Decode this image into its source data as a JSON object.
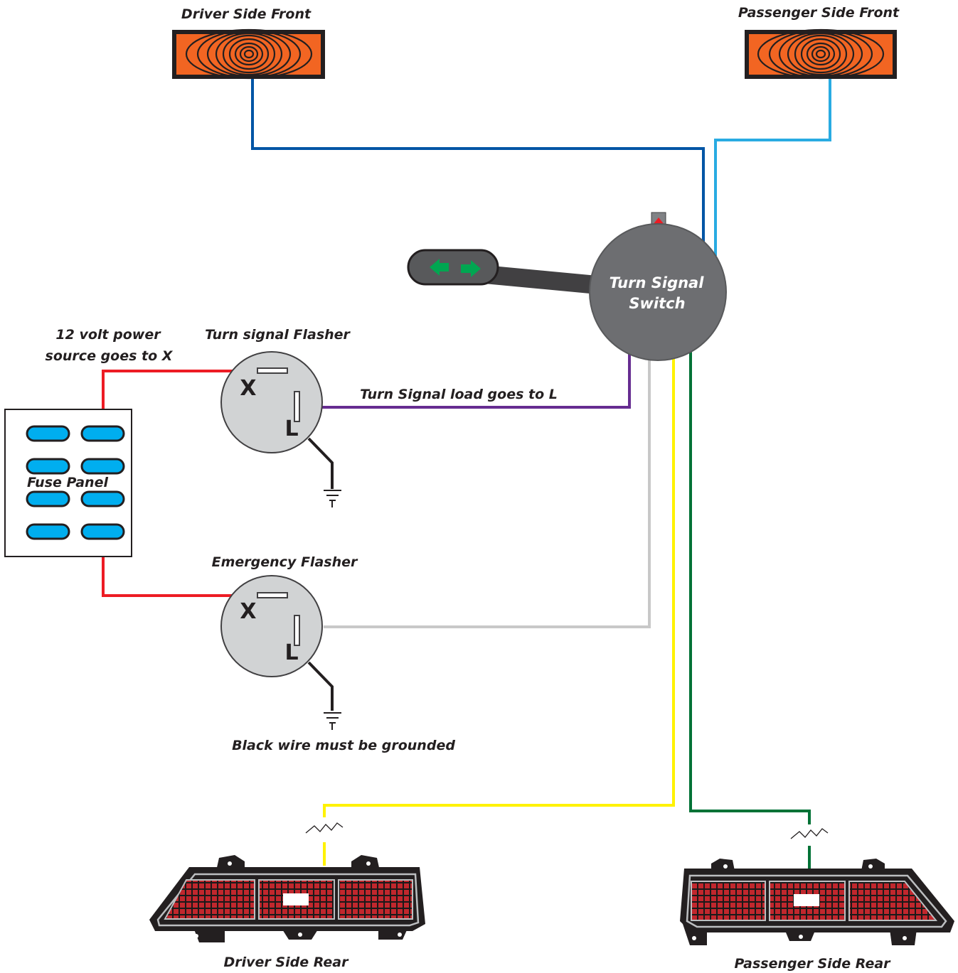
{
  "labels": {
    "driver_front": "Driver Side Front",
    "passenger_front": "Passenger Side Front",
    "switch_line1": "Turn Signal",
    "switch_line2": "Switch",
    "power_line1": "12 volt power",
    "power_line2": "source goes to X",
    "turn_flasher": "Turn signal Flasher",
    "load_note": "Turn Signal load goes to L",
    "fuse_panel": "Fuse Panel",
    "emergency_flasher": "Emergency Flasher",
    "ground_note": "Black wire must be grounded",
    "driver_rear": "Driver Side Rear",
    "passenger_rear": "Passenger Side Rear"
  },
  "terminals": {
    "x": "X",
    "l": "L"
  },
  "colors": {
    "driver_front_wire": "#0055a5",
    "passenger_front_wire": "#29abe2",
    "power_wire": "#ed1c24",
    "load_wire": "#662d91",
    "emergency_wire": "#c8c8c8",
    "driver_rear_wire": "#fff200",
    "passenger_rear_wire": "#007236",
    "ground_wire": "#231f20",
    "switch_body": "#6d6e71",
    "flasher_body": "#d1d3d4",
    "front_lamp": "#f26522",
    "fuse": "#00aeef",
    "tail_lens": "#c1272d",
    "arrow": "#00a651"
  }
}
